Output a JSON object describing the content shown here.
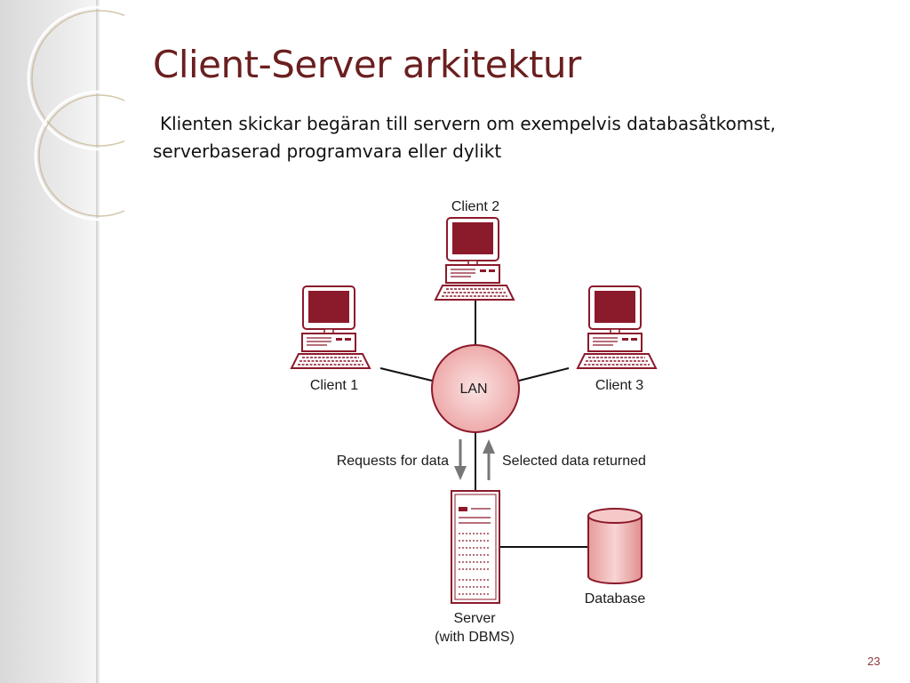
{
  "slide": {
    "title": "Client-Server arkitektur",
    "subtitle_line1": "Klienten skickar begäran till servern om exempelvis databasåtkomst,",
    "subtitle_line2": "serverbaserad programvara eller dylikt",
    "page_number": "23"
  },
  "diagram": {
    "client1_label": "Client 1",
    "client2_label": "Client 2",
    "client3_label": "Client 3",
    "lan_label": "LAN",
    "requests_label": "Requests for data",
    "returned_label": "Selected data returned",
    "server_label_line1": "Server",
    "server_label_line2": "(with DBMS)",
    "database_label": "Database"
  },
  "colors": {
    "title": "#6b1f1f",
    "accent": "#8b1a2b",
    "lan_fill": "#f0b8b8",
    "database_fill": "#e8a0a0"
  }
}
